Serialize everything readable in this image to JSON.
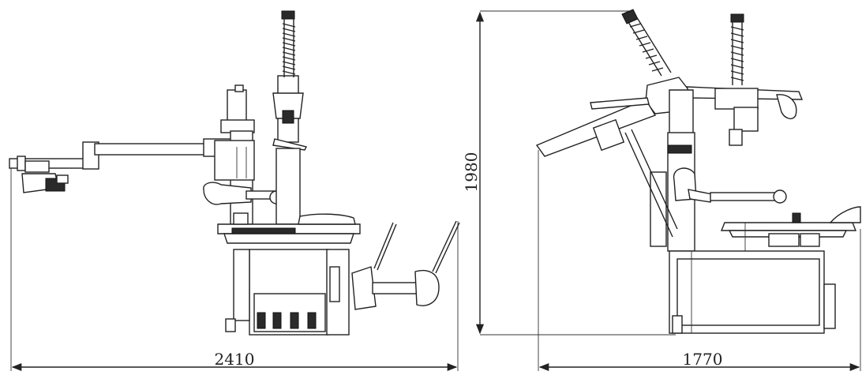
{
  "dimensions": {
    "side_view_width": "2410",
    "front_view_width": "1770",
    "front_view_height": "1980"
  }
}
